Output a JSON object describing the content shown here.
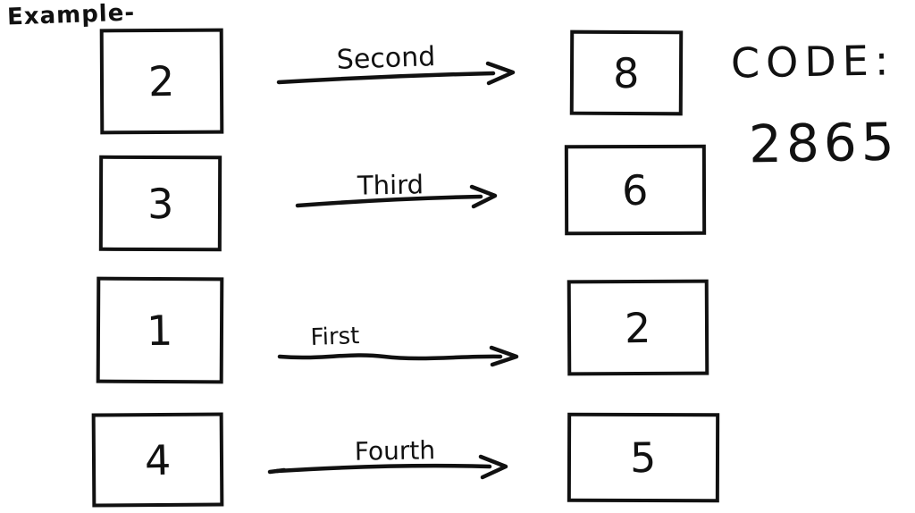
{
  "title": "Example-",
  "code": {
    "label": "CODE:",
    "value": "2865"
  },
  "rows": [
    {
      "left_value": "2",
      "arrow_label": "Second",
      "right_value": "8"
    },
    {
      "left_value": "3",
      "arrow_label": "Third",
      "right_value": "6"
    },
    {
      "left_value": "1",
      "arrow_label": "First",
      "right_value": "2"
    },
    {
      "left_value": "4",
      "arrow_label": "Fourth",
      "right_value": "5"
    }
  ],
  "colors": {
    "ink": "#111111",
    "background": "#ffffff"
  }
}
